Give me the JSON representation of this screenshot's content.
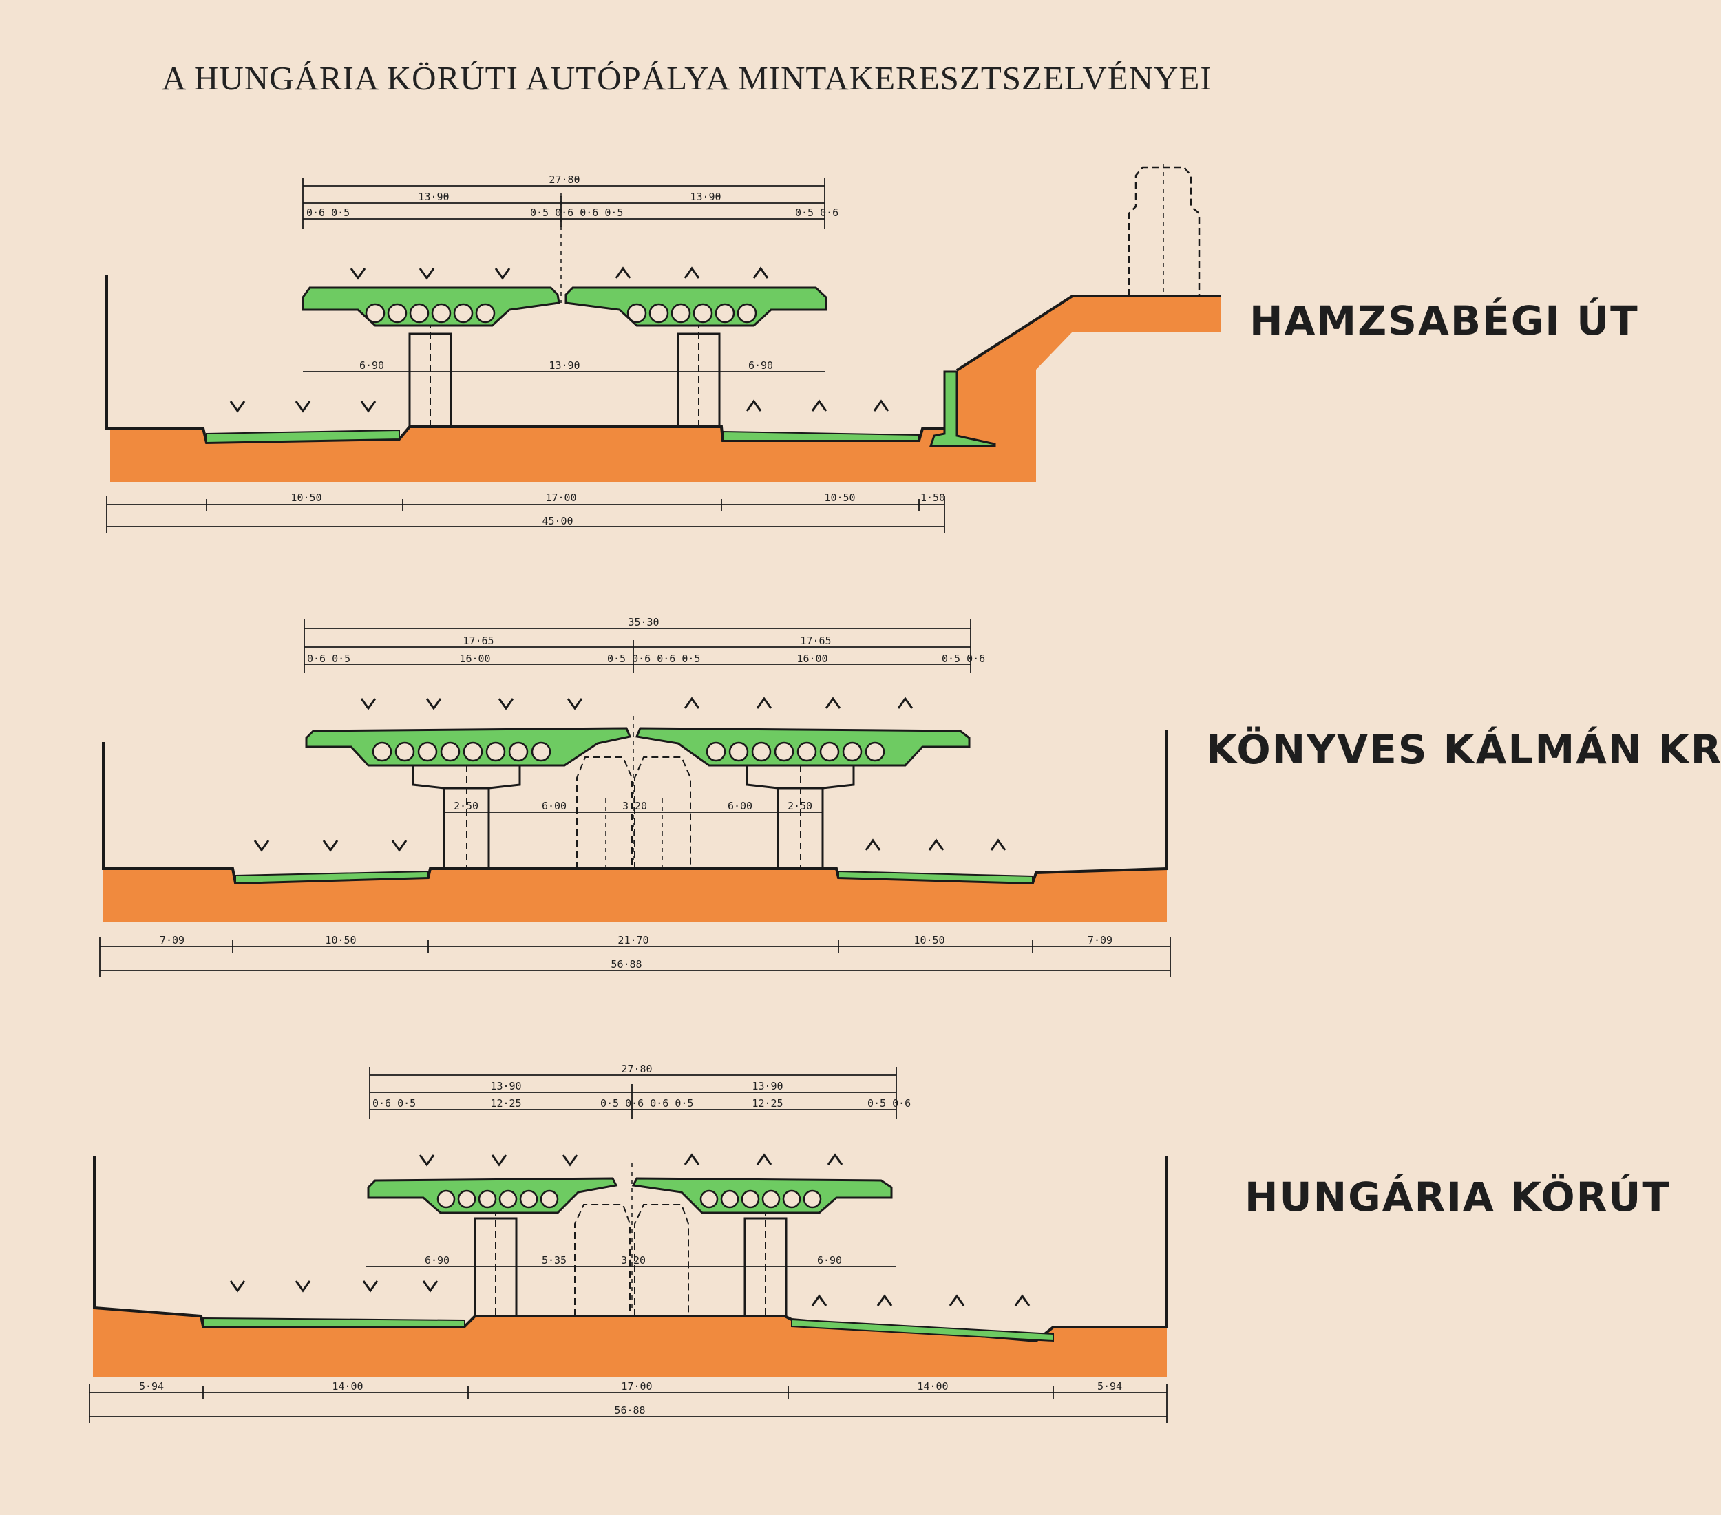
{
  "title": "A HUNGÁRIA KÖRÚTI AUTÓPÁLYA MINTAKERESZTSZELVÉNYEI",
  "colors": {
    "background": "#f3e3d2",
    "ground": "#f08a3e",
    "deck": "#6ecb62",
    "line": "#1a1a1a"
  },
  "sections": [
    {
      "name": "HAMZSABÉGI ÚT",
      "top_dims": {
        "total": "27·80",
        "halves": [
          "13·90",
          "13·90"
        ],
        "parts_left": "0·6 0·5",
        "parts_mid": "0·5 0·6 0·6 0·5",
        "parts_right": "0·5 0·6"
      },
      "mid_dims": [
        "6·90",
        "13·90",
        "6·90"
      ],
      "bottom_dims": {
        "parts": [
          "10·50",
          "17·00",
          "10·50",
          "1·50"
        ],
        "total": "45·00"
      }
    },
    {
      "name": "KÖNYVES KÁLMÁN KRT.",
      "top_dims": {
        "total": "35·30",
        "halves": [
          "17·65",
          "17·65"
        ],
        "inner": [
          "16·00",
          "16·00"
        ],
        "parts_left": "0·6 0·5",
        "parts_mid": "0·5 0·6 0·6 0·5",
        "parts_right": "0·5 0·6"
      },
      "mid_dims": [
        "2·50",
        "6·00",
        "3·20",
        "6·00",
        "2·50"
      ],
      "bottom_dims": {
        "parts": [
          "7·09",
          "10·50",
          "21·70",
          "10·50",
          "7·09"
        ],
        "total": "56·88"
      }
    },
    {
      "name": "HUNGÁRIA KÖRÚT",
      "top_dims": {
        "total": "27·80",
        "halves": [
          "13·90",
          "13·90"
        ],
        "inner": [
          "12·25",
          "12·25"
        ],
        "parts_left": "0·6 0·5",
        "parts_mid": "0·5 0·6 0·6 0·5",
        "parts_right": "0·5 0·6"
      },
      "mid_dims": [
        "6·90",
        "5·35",
        "3·20",
        "6·90"
      ],
      "bottom_dims": {
        "parts": [
          "5·94",
          "14·00",
          "17·00",
          "14·00",
          "5·94"
        ],
        "total": "56·88"
      }
    }
  ]
}
